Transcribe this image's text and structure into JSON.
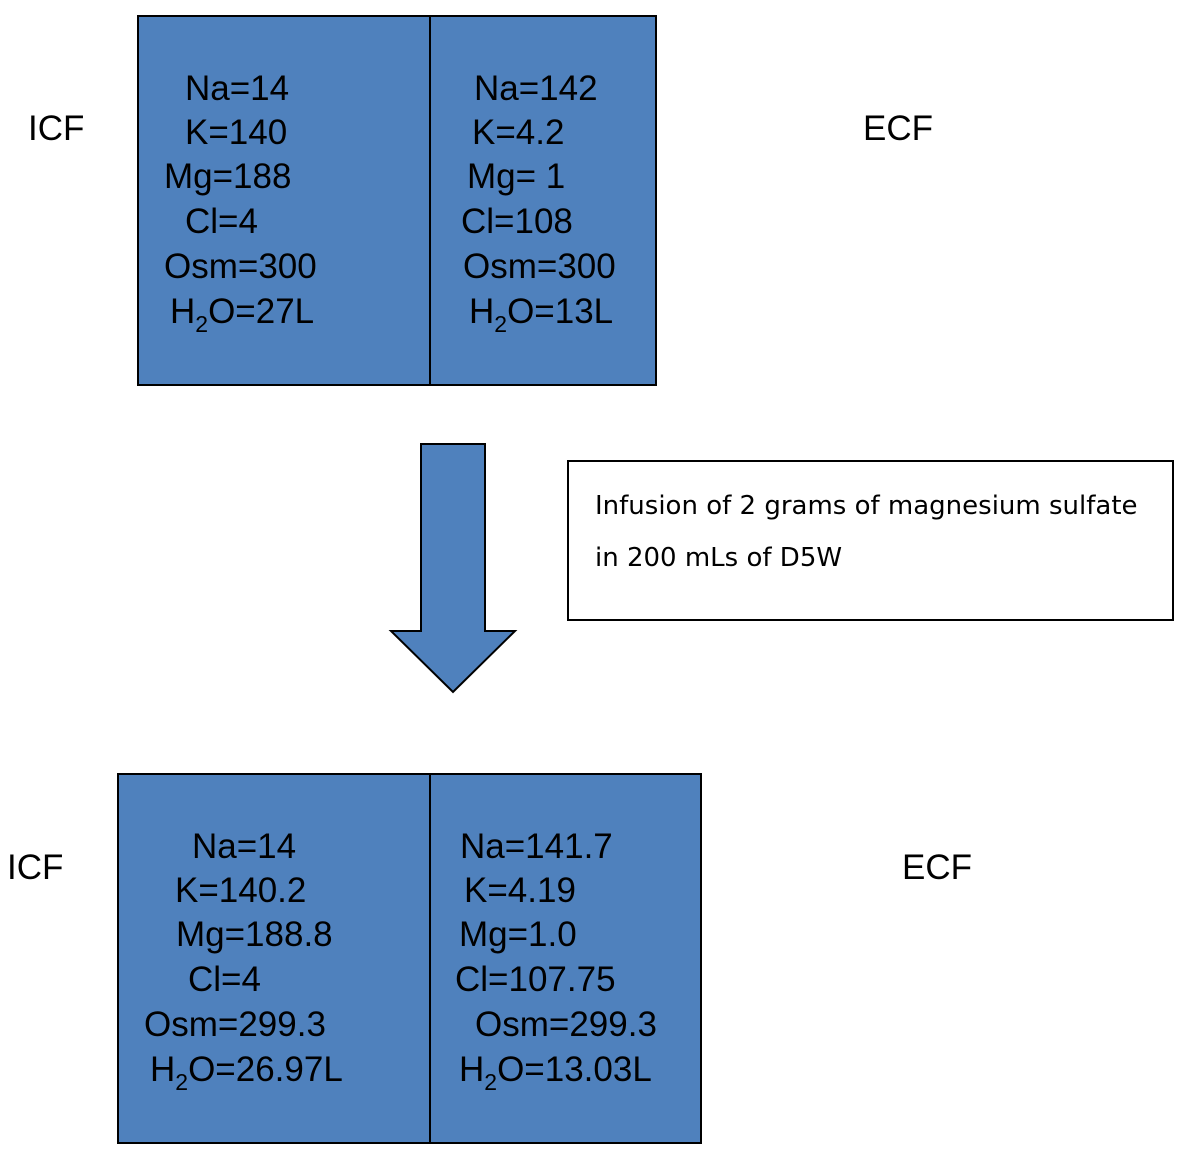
{
  "before": {
    "icf_label": "ICF",
    "ecf_label": "ECF",
    "icf": {
      "na": "Na=14",
      "k": "K=140",
      "mg": "Mg=188",
      "cl": "Cl=4",
      "osm": "Osm=300",
      "h2o_prefix": "H",
      "h2o_sub": "2",
      "h2o_suffix": "O=27L"
    },
    "ecf": {
      "na": "Na=142",
      "k": "K=4.2",
      "mg": "Mg= 1",
      "cl": "Cl=108",
      "osm": "Osm=300",
      "h2o_prefix": "H",
      "h2o_sub": "2",
      "h2o_suffix": "O=13L"
    }
  },
  "intervention": {
    "text": "Infusion of 2 grams of magnesium sulfate in 200 mLs of D5W"
  },
  "after": {
    "icf_label": "ICF",
    "ecf_label": "ECF",
    "icf": {
      "na": "Na=14",
      "k": "K=140.2",
      "mg": "Mg=188.8",
      "cl": "Cl=4",
      "osm": "Osm=299.3",
      "h2o_prefix": "H",
      "h2o_sub": "2",
      "h2o_suffix": "O=26.97L"
    },
    "ecf": {
      "na": "Na=141.7",
      "k": "K=4.19",
      "mg": "Mg=1.0",
      "cl": "Cl=107.75",
      "osm": "Osm=299.3",
      "h2o_prefix": "H",
      "h2o_sub": "2",
      "h2o_suffix": "O=13.03L"
    }
  },
  "colors": {
    "compartment_fill": "#4f81bd",
    "outline": "#000000",
    "background": "#ffffff"
  }
}
